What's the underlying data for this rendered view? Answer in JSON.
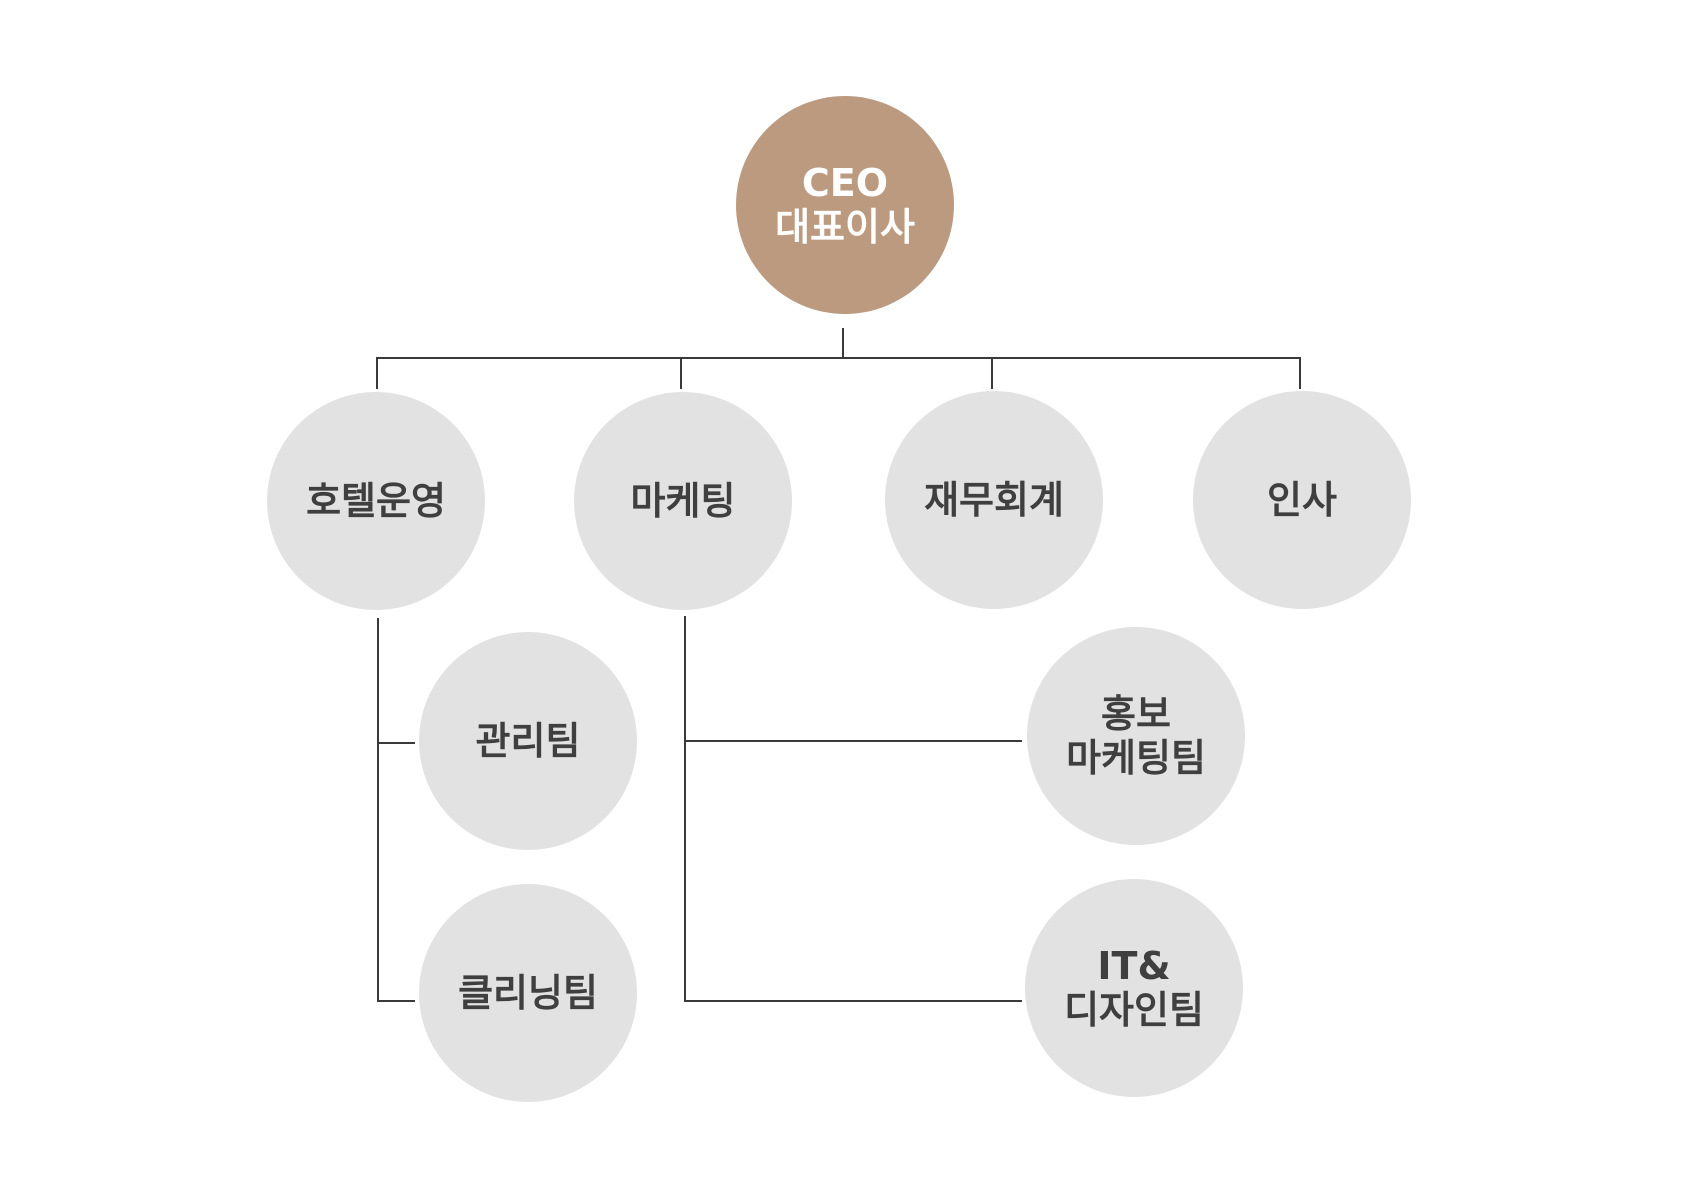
{
  "org_chart": {
    "colors": {
      "root_fill": "#bc9a80",
      "node_fill": "#e2e2e2",
      "line": "#3a3a3a",
      "root_text": "#ffffff",
      "node_text": "#3f3f3f"
    },
    "ceo": {
      "line1": "CEO",
      "line2": "대표이사"
    },
    "departments": {
      "hotel": "호텔운영",
      "marketing": "마케팅",
      "finance": "재무회계",
      "hr": "인사"
    },
    "teams": {
      "management": "관리팀",
      "cleaning": "클리닝팀",
      "pr_line1": "홍보",
      "pr_line2": "마케팅팀",
      "it_line1": "IT&",
      "it_line2": "디자인팀"
    }
  }
}
